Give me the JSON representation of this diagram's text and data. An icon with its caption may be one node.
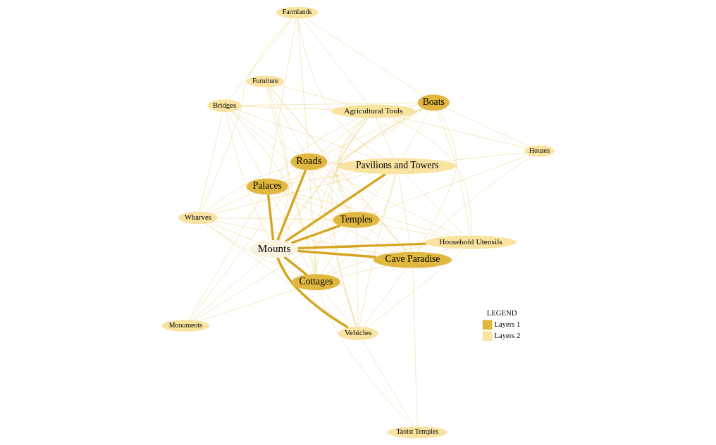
{
  "diagram": {
    "nodes": [
      {
        "text": [
          "Bridges"
        ]
      },
      {
        "text": [
          "Farmlands"
        ]
      },
      {
        "text": [
          "Wharves"
        ]
      },
      {
        "text": [
          "Pavilions and Towers"
        ]
      },
      {
        "text": [
          "Roads"
        ]
      },
      {
        "text": [
          "Palaces"
        ]
      },
      {
        "text": [
          "Boats"
        ]
      },
      {
        "text": [
          "Household Utensils"
        ]
      },
      {
        "text": [
          "Monuments"
        ]
      },
      {
        "text": [
          "Mounts"
        ]
      },
      {
        "text": [
          "Vehicles"
        ]
      },
      {
        "text": [
          "Temples"
        ]
      },
      {
        "text": [
          "Cottages"
        ]
      },
      {
        "text": [
          "Cave Paradise"
        ]
      },
      {
        "text": [
          "Agricultural Tools"
        ]
      },
      {
        "text": [
          "Taoist Temples"
        ]
      },
      {
        "text": [
          "Houses"
        ]
      },
      {
        "text": [
          "Furniture"
        ]
      }
    ],
    "edges": [
      {
        "from": 4,
        "to": 5,
        "arrow": "none"
      },
      {
        "from": 4,
        "to": 6,
        "arrow": "none"
      },
      {
        "from": 4,
        "to": 9,
        "arrow": "none",
        "style": "thick"
      },
      {
        "from": 4,
        "to": 11,
        "arrow": "none"
      },
      {
        "from": 4,
        "to": 12,
        "arrow": "none"
      },
      {
        "from": 4,
        "to": 13,
        "arrow": "none"
      },
      {
        "from": 5,
        "to": 6,
        "arrow": "none"
      },
      {
        "from": 5,
        "to": 9,
        "arrow": "none",
        "style": "thick"
      },
      {
        "from": 5,
        "to": 11,
        "arrow": "none"
      },
      {
        "from": 5,
        "to": 12,
        "arrow": "none"
      },
      {
        "from": 5,
        "to": 13,
        "arrow": "none"
      },
      {
        "from": 6,
        "to": 9,
        "arrow": "none"
      },
      {
        "from": 6,
        "to": 11,
        "arrow": "none"
      },
      {
        "from": 6,
        "to": 12,
        "arrow": "none"
      },
      {
        "from": 6,
        "to": 13,
        "arrow": "none"
      },
      {
        "from": 9,
        "to": 11,
        "arrow": "none",
        "style": "thick"
      },
      {
        "from": 9,
        "to": 12,
        "arrow": "none",
        "style": "thick"
      },
      {
        "from": 9,
        "to": 13,
        "arrow": "none",
        "style": "thick"
      },
      {
        "from": 11,
        "to": 12,
        "arrow": "none"
      },
      {
        "from": 11,
        "to": 13,
        "arrow": "none"
      },
      {
        "from": 12,
        "to": 13,
        "arrow": "none"
      },
      {
        "from": 0,
        "to": 2,
        "arrow": "none"
      },
      {
        "from": 0,
        "to": 1,
        "arrow": "none"
      },
      {
        "from": 0,
        "to": 4,
        "arrow": "none"
      },
      {
        "from": 0,
        "to": 5,
        "arrow": "none"
      },
      {
        "from": 0,
        "to": 3,
        "arrow": "none"
      },
      {
        "from": 0,
        "to": 6,
        "arrow": "none"
      },
      {
        "from": 0,
        "to": 11,
        "arrow": "none"
      },
      {
        "from": 0,
        "to": 9,
        "arrow": "none"
      },
      {
        "from": 0,
        "to": 12,
        "arrow": "none"
      },
      {
        "from": 0,
        "to": 14,
        "arrow": "none"
      },
      {
        "from": 1,
        "to": 3,
        "arrow": "none"
      },
      {
        "from": 1,
        "to": 4,
        "arrow": "none"
      },
      {
        "from": 1,
        "to": 5,
        "arrow": "none"
      },
      {
        "from": 1,
        "to": 6,
        "arrow": "none"
      },
      {
        "from": 1,
        "to": 14,
        "arrow": "none"
      },
      {
        "from": 1,
        "to": 2,
        "arrow": "none"
      },
      {
        "from": 2,
        "to": 5,
        "arrow": "none"
      },
      {
        "from": 2,
        "to": 4,
        "arrow": "none"
      },
      {
        "from": 2,
        "to": 9,
        "arrow": "none"
      },
      {
        "from": 2,
        "to": 12,
        "arrow": "none"
      },
      {
        "from": 2,
        "to": 11,
        "arrow": "none"
      },
      {
        "from": 2,
        "to": 13,
        "arrow": "none"
      },
      {
        "from": 2,
        "to": 3,
        "arrow": "none"
      },
      {
        "from": 2,
        "to": 10,
        "arrow": "none"
      },
      {
        "from": 3,
        "to": 4,
        "arrow": "none"
      },
      {
        "from": 3,
        "to": 5,
        "arrow": "none"
      },
      {
        "from": 3,
        "to": 6,
        "arrow": "none"
      },
      {
        "from": 3,
        "to": 7,
        "arrow": "none"
      },
      {
        "from": 3,
        "to": 9,
        "arrow": "none",
        "style": "thick"
      },
      {
        "from": 3,
        "to": 12,
        "arrow": "none"
      },
      {
        "from": 3,
        "to": 11,
        "arrow": "none"
      },
      {
        "from": 3,
        "to": 13,
        "arrow": "none"
      },
      {
        "from": 3,
        "to": 14,
        "arrow": "none"
      },
      {
        "from": 3,
        "to": 10,
        "arrow": "none"
      },
      {
        "from": 7,
        "to": 6,
        "arrow": "none"
      },
      {
        "from": 7,
        "to": 4,
        "arrow": "none"
      },
      {
        "from": 7,
        "to": 5,
        "arrow": "none"
      },
      {
        "from": 7,
        "to": 9,
        "arrow": "none",
        "style": "thick"
      },
      {
        "from": 7,
        "to": 11,
        "arrow": "none"
      },
      {
        "from": 7,
        "to": 12,
        "arrow": "none"
      },
      {
        "from": 7,
        "to": 14,
        "arrow": "none"
      },
      {
        "from": 7,
        "to": 13,
        "arrow": "none"
      },
      {
        "from": 7,
        "to": 10,
        "arrow": "none"
      },
      {
        "from": 8,
        "to": 5,
        "arrow": "none"
      },
      {
        "from": 8,
        "to": 4,
        "arrow": "none"
      },
      {
        "from": 8,
        "to": 9,
        "arrow": "none"
      },
      {
        "from": 8,
        "to": 11,
        "arrow": "none"
      },
      {
        "from": 8,
        "to": 12,
        "arrow": "none"
      },
      {
        "from": 10,
        "to": 5,
        "arrow": "none"
      },
      {
        "from": 10,
        "to": 4,
        "arrow": "none"
      },
      {
        "from": 10,
        "to": 12,
        "arrow": "none"
      },
      {
        "from": 10,
        "to": 13,
        "arrow": "none"
      },
      {
        "from": 10,
        "to": 11,
        "arrow": "none"
      },
      {
        "from": 10,
        "to": 15,
        "arrow": "none"
      },
      {
        "from": 10,
        "to": 14,
        "arrow": "none"
      },
      {
        "from": 10,
        "to": 9,
        "arrow": "none",
        "style": "thick"
      },
      {
        "from": 15,
        "to": 12,
        "arrow": "none"
      },
      {
        "from": 15,
        "to": 13,
        "arrow": "none"
      },
      {
        "from": 14,
        "to": 11,
        "arrow": "none"
      },
      {
        "from": 14,
        "to": 13,
        "arrow": "none"
      },
      {
        "from": 14,
        "to": 12,
        "arrow": "none"
      },
      {
        "from": 14,
        "to": 4,
        "arrow": "none"
      },
      {
        "from": 14,
        "to": 6,
        "arrow": "none"
      },
      {
        "from": 14,
        "to": 9,
        "arrow": "none"
      },
      {
        "from": 14,
        "to": 5,
        "arrow": "none"
      },
      {
        "from": 14,
        "to": 16,
        "arrow": "none"
      },
      {
        "from": 14,
        "to": 17,
        "arrow": "none"
      },
      {
        "from": 16,
        "to": 11,
        "arrow": "none"
      },
      {
        "from": 16,
        "to": 6,
        "arrow": "none"
      },
      {
        "from": 16,
        "to": 13,
        "arrow": "none"
      },
      {
        "from": 16,
        "to": 3,
        "arrow": "none"
      },
      {
        "from": 17,
        "to": 13,
        "arrow": "none"
      },
      {
        "from": 17,
        "to": 12,
        "arrow": "none"
      },
      {
        "from": 17,
        "to": 9,
        "arrow": "none"
      },
      {
        "from": 17,
        "to": 11,
        "arrow": "none"
      },
      {
        "from": 17,
        "to": 4,
        "arrow": "none"
      }
    ],
    "labels": [
      "LEGEND"
    ],
    "legend": [
      {
        "text": "Layers 1",
        "color": "#e0b83f"
      },
      {
        "text": "Layers 2",
        "color": "#f8e3a0"
      }
    ]
  }
}
